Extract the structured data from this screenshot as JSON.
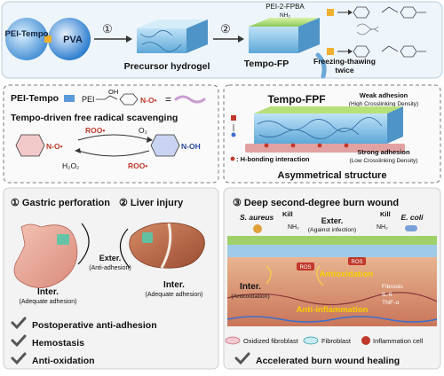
{
  "top": {
    "pei_tempo": "PEI-Tempo",
    "pva": "PVA",
    "step1": "①",
    "step2": "②",
    "precursor_label": "Precursor hydrogel",
    "pei2fpba": "PEI-2-FPBA",
    "nh2": "NH₂",
    "tempo_fp_label": "Tempo-FP",
    "freeze_thaw": "Freezing-thawing",
    "twice": "twice"
  },
  "scavenge": {
    "pei_tempo": "PEI-Tempo",
    "pei": "PEI",
    "oh": "OH",
    "n_o": "N-O•",
    "equals": "=",
    "title": "Tempo-driven free radical scavenging",
    "roo_top": "ROO•",
    "o2": "O₂",
    "h2o2": "H₂O₂",
    "roo_bottom": "ROO•",
    "n_o_radical": "N-O•",
    "n_oh": "N-OH"
  },
  "fpf": {
    "title": "Tempo-FPF",
    "weak": "Weak adhesion",
    "weak_sub": "(High Crosslinking Density)",
    "strong": "Strong adhesion",
    "strong_sub": "(Low Crosslinking Density)",
    "hbond": ": H-bonding interaction",
    "asym": "Asymmetrical structure"
  },
  "panel1": {
    "gastric": "① Gastric perforation",
    "liver": "② Liver injury",
    "exter": "Exter.",
    "anti_adhesion": "(Anti-adhesion)",
    "inter_left": "Inter.",
    "adequate_left": "(Adequate adhesion)",
    "inter_right": "Inter.",
    "adequate_right": "(Adequate adhesion)",
    "check1": "Postoperative anti-adhesion",
    "check2": "Hemostasis",
    "check3": "Anti-oxidation"
  },
  "panel3": {
    "title": "③ Deep second-degree burn wound",
    "s_aureus": "S. aureus",
    "e_coli": "E. coli",
    "kill_left": "Kill",
    "kill_right": "Kill",
    "nh2_left": "NH₂",
    "nh2_right": "NH₂",
    "exter": "Exter.",
    "against_infection": "(Against infection)",
    "inter": "Inter.",
    "antioxidation_sub": "(Antioxidation)",
    "ros1": "ROS",
    "ros2": "ROS",
    "antioxidation": "Antioxidation",
    "fibrosis": "Fibrosis",
    "il6": "IL-6",
    "tnf": "TNF-α",
    "anti_inflammation": "Anti-inflammation",
    "legend_oxidized": "Oxidized fibroblast",
    "legend_fibroblast": "Fibroblast",
    "legend_inflammation": "Inflammation cell",
    "check": "Accelerated burn wound healing"
  },
  "colors": {
    "accent_red": "#c0392b",
    "accent_yellow": "#f5d000",
    "gel_blue": "#8fc3e6",
    "gel_green": "#a8d86a",
    "panel_bg": "#f3f3f3"
  }
}
